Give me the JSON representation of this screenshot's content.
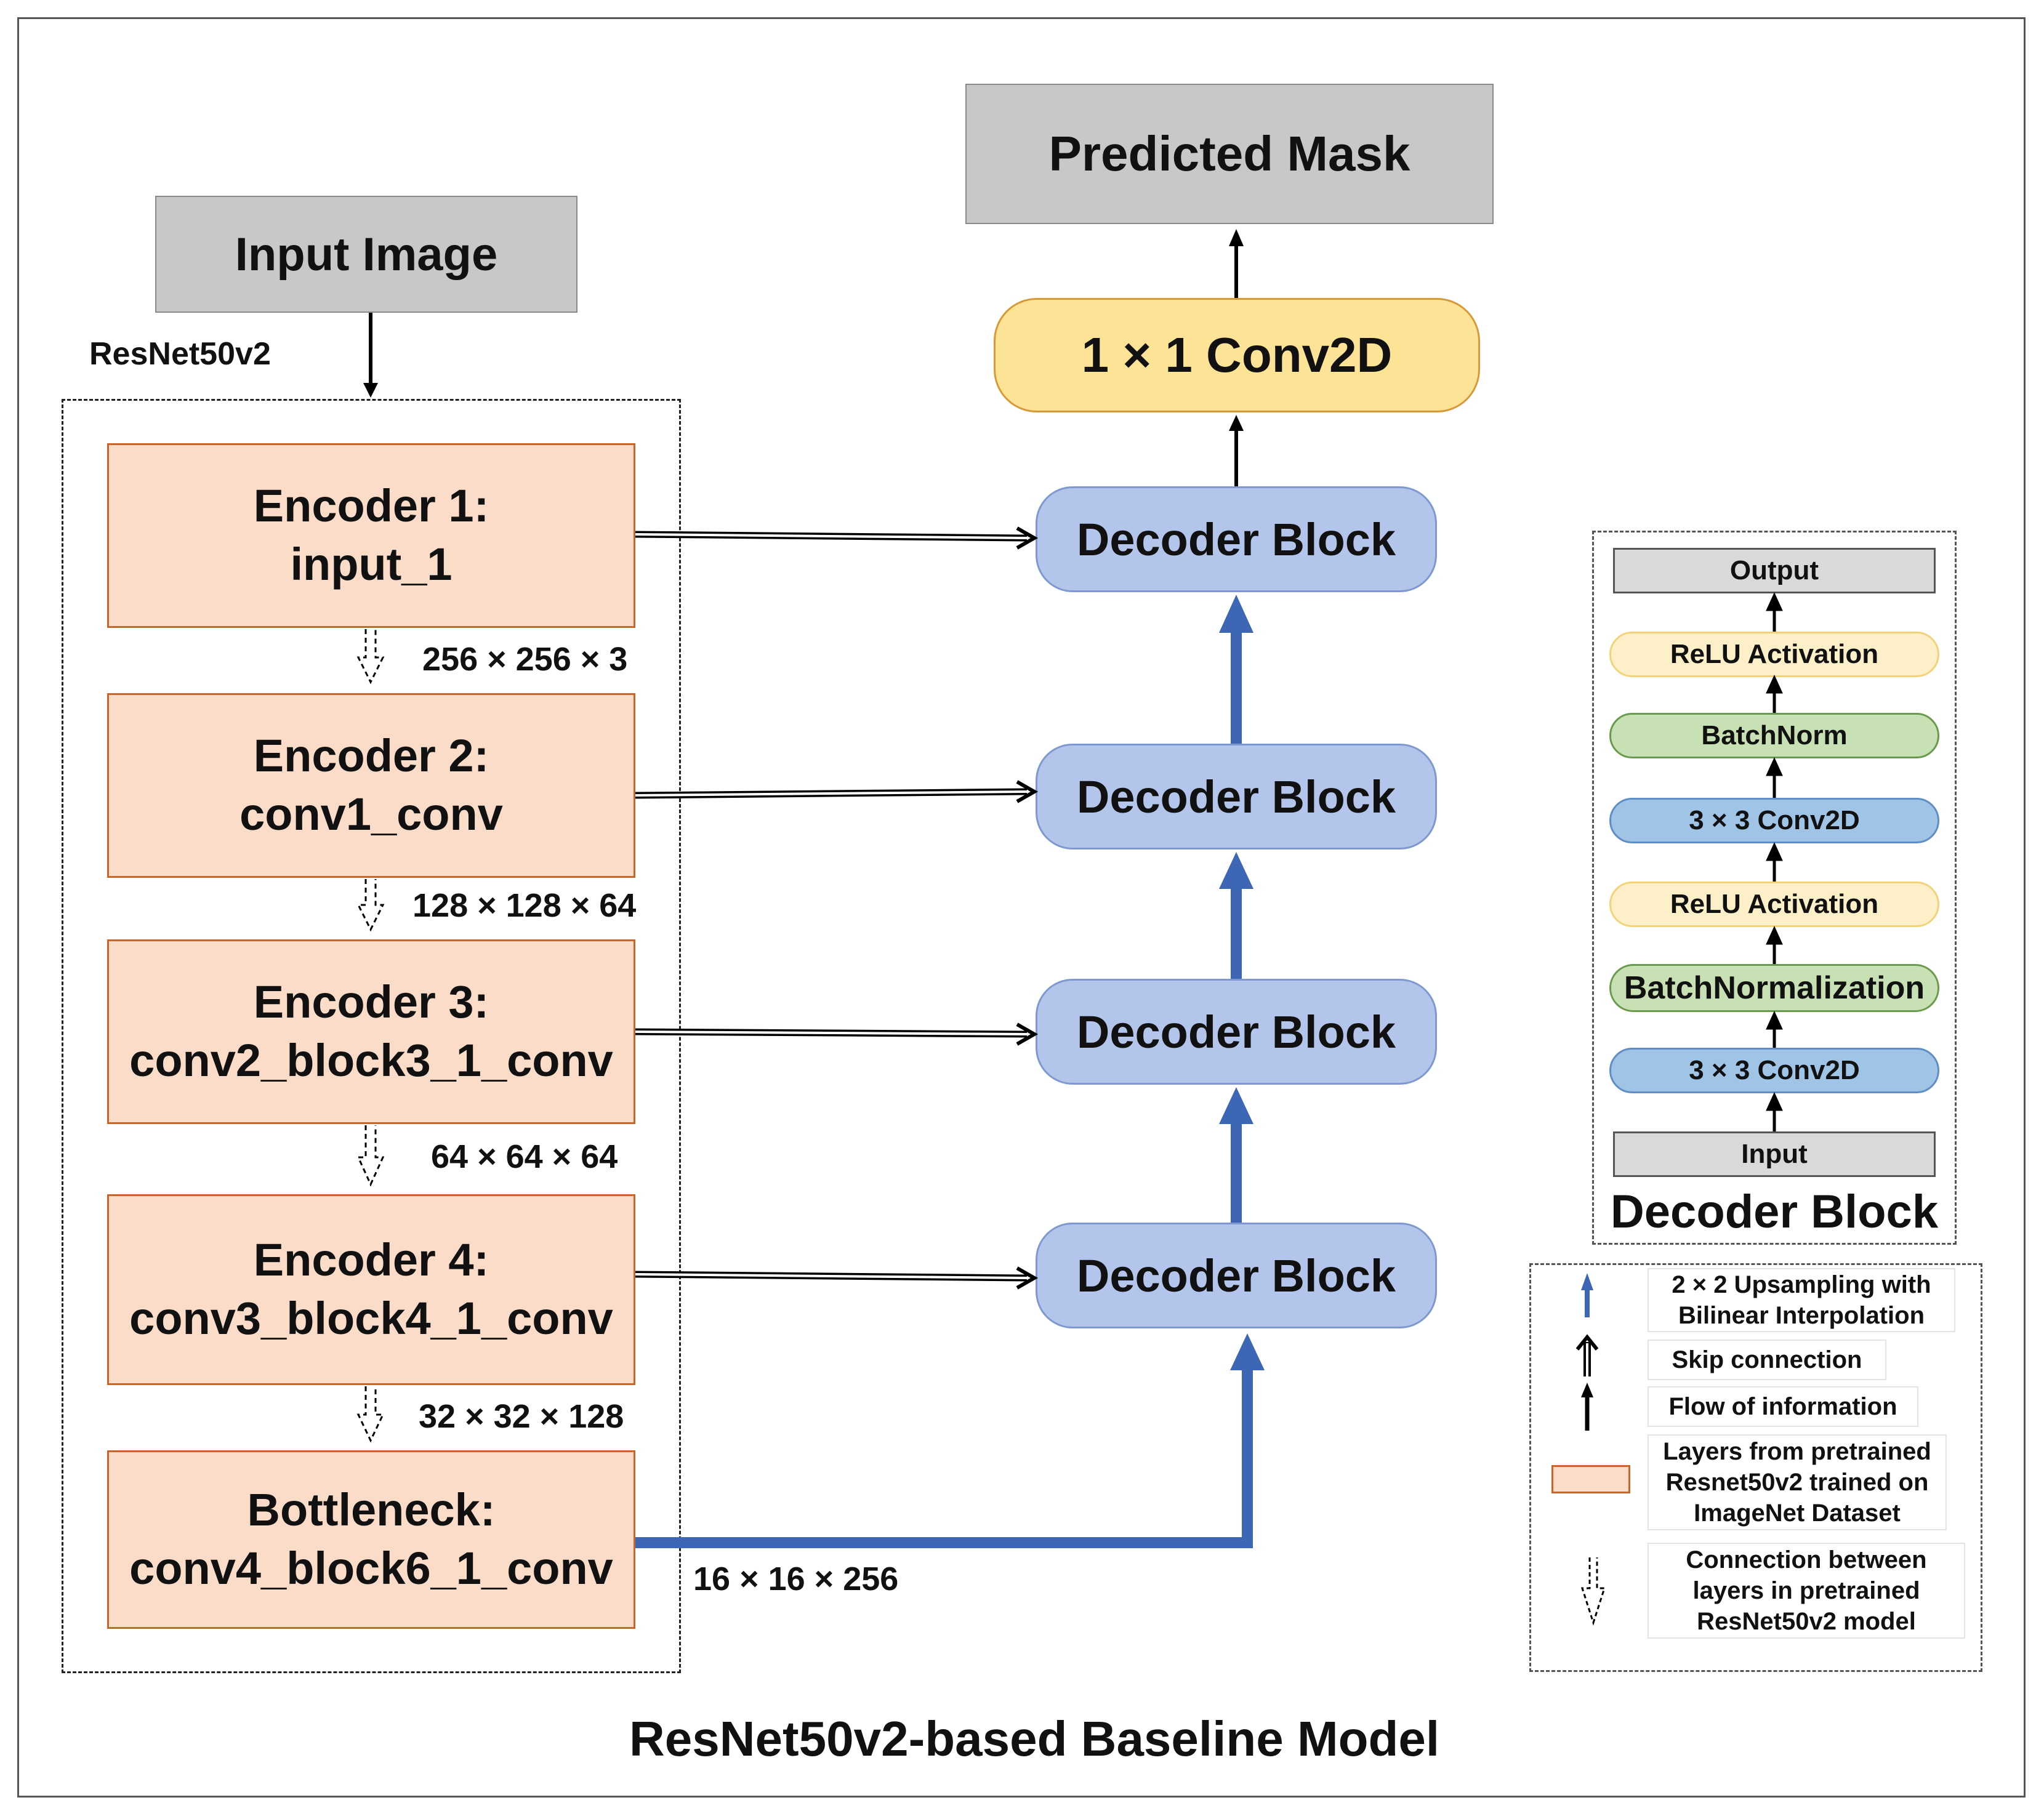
{
  "title": "ResNet50v2-based Baseline Model",
  "input_image": "Input Image",
  "predicted_mask": "Predicted Mask",
  "resnet_label": "ResNet50v2",
  "conv1x1": "1 × 1 Conv2D",
  "encoders": [
    {
      "line1": "Encoder 1:",
      "line2": "input_1"
    },
    {
      "line1": "Encoder 2:",
      "line2": "conv1_conv"
    },
    {
      "line1": "Encoder 3:",
      "line2": "conv2_block3_1_conv"
    },
    {
      "line1": "Encoder 4:",
      "line2": "conv3_block4_1_conv"
    },
    {
      "line1": "Bottleneck:",
      "line2": "conv4_block6_1_conv"
    }
  ],
  "dims": [
    "256 × 256 × 3",
    "128 × 128 × 64",
    "64 × 64 × 64",
    "32 × 32 × 128",
    "16 × 16 × 256"
  ],
  "decoder_block_label": "Decoder Block",
  "decoder_detail": {
    "title": "Decoder Block",
    "layers": [
      "Output",
      "ReLU Activation",
      "BatchNorm",
      "3 × 3 Conv2D",
      "ReLU Activation",
      "BatchNormalization",
      "3 × 3 Conv2D",
      "Input"
    ]
  },
  "legend": {
    "upsampling": "2 × 2 Upsampling with Bilinear Interpolation",
    "skip": "Skip connection",
    "flow": "Flow of information",
    "pretrained": "Layers from pretrained Resnet50v2 trained on ImageNet Dataset",
    "connection": "Connection between layers in pretrained ResNet50v2 model"
  },
  "colors": {
    "encoder_fill": "#fadcc8",
    "encoder_border": "#c9652a",
    "decoder_fill": "#b3c5ea",
    "upsample_arrow": "#3d66b4",
    "conv_fill": "#fde396"
  }
}
